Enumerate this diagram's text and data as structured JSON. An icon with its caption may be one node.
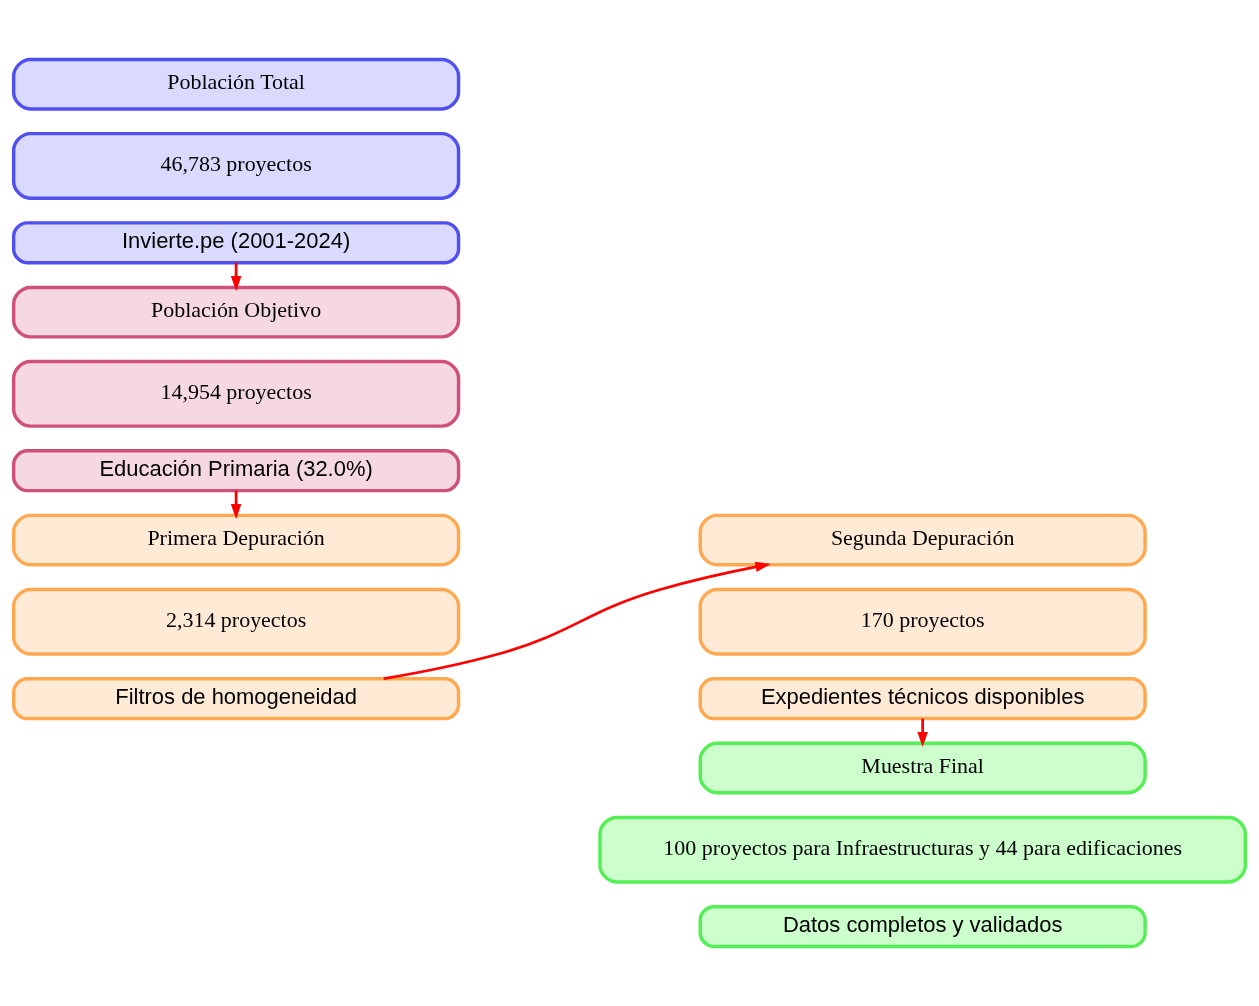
{
  "diagram": {
    "nodes": [
      {
        "text": [
          "Población Total"
        ]
      },
      {
        "text": [
          "46,783 proyectos"
        ]
      },
      {
        "text": [
          "Invierte.pe (2001-2024)"
        ]
      },
      {
        "text": [
          "Población Objetivo"
        ]
      },
      {
        "text": [
          "14,954 proyectos"
        ]
      },
      {
        "text": [
          "Educación Primaria (32.0%)"
        ]
      },
      {
        "text": [
          "Primera Depuración"
        ]
      },
      {
        "text": [
          "2,314 proyectos"
        ]
      },
      {
        "text": [
          "Filtros de homogeneidad"
        ]
      },
      {
        "text": [
          "Segunda Depuración"
        ]
      },
      {
        "text": [
          "170 proyectos"
        ]
      },
      {
        "text": [
          "Expedientes técnicos disponibles"
        ]
      },
      {
        "text": [
          "Muestra Final"
        ]
      },
      {
        "text": [
          "100 proyectos para Infraestructuras y 44 para edificaciones"
        ]
      },
      {
        "text": [
          "Datos completos y validados"
        ]
      }
    ],
    "edges": [
      {
        "from": 2,
        "to": 3,
        "arrow": "to"
      },
      {
        "from": 5,
        "to": 6,
        "arrow": "to"
      },
      {
        "from": 8,
        "to": 9,
        "arrow": "to"
      },
      {
        "from": 11,
        "to": 12,
        "arrow": "to"
      }
    ]
  }
}
